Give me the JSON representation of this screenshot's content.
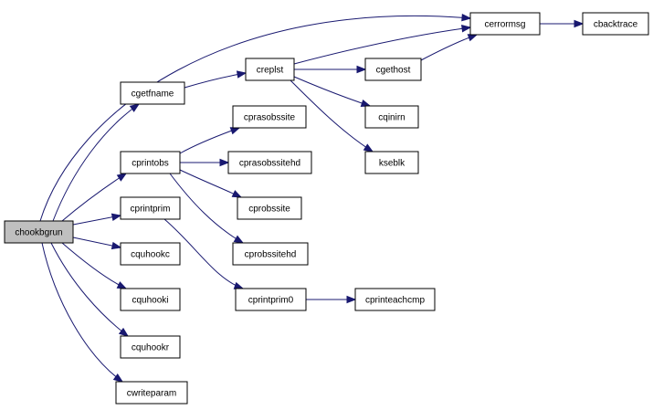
{
  "graph": {
    "colors": {
      "edge": "#191970",
      "node_border": "#000000",
      "node_fill": "#ffffff",
      "root_fill": "#bfbfbf"
    },
    "nodes": [
      {
        "id": "chookbgrun",
        "label": "chookbgrun",
        "root": true
      },
      {
        "id": "cgetfname",
        "label": "cgetfname"
      },
      {
        "id": "cprintobs",
        "label": "cprintobs"
      },
      {
        "id": "cprintprim",
        "label": "cprintprim"
      },
      {
        "id": "cquhookc",
        "label": "cquhookc"
      },
      {
        "id": "cquhooki",
        "label": "cquhooki"
      },
      {
        "id": "cquhookr",
        "label": "cquhookr"
      },
      {
        "id": "cwriteparam",
        "label": "cwriteparam"
      },
      {
        "id": "creplst",
        "label": "creplst"
      },
      {
        "id": "cprasobssite",
        "label": "cprasobssite"
      },
      {
        "id": "cprasobssitehd",
        "label": "cprasobssitehd"
      },
      {
        "id": "cprobssite",
        "label": "cprobssite"
      },
      {
        "id": "cprobssitehd",
        "label": "cprobssitehd"
      },
      {
        "id": "cprintprim0",
        "label": "cprintprim0"
      },
      {
        "id": "cerrormsg",
        "label": "cerrormsg"
      },
      {
        "id": "cgethost",
        "label": "cgethost"
      },
      {
        "id": "cqinirn",
        "label": "cqinirn"
      },
      {
        "id": "kseblk",
        "label": "kseblk"
      },
      {
        "id": "cprinteachcmp",
        "label": "cprinteachcmp"
      },
      {
        "id": "cbacktrace",
        "label": "cbacktrace"
      }
    ],
    "edges": [
      {
        "from": "chookbgrun",
        "to": "cerrormsg"
      },
      {
        "from": "chookbgrun",
        "to": "cgetfname"
      },
      {
        "from": "chookbgrun",
        "to": "cprintobs"
      },
      {
        "from": "chookbgrun",
        "to": "cprintprim"
      },
      {
        "from": "chookbgrun",
        "to": "cquhookc"
      },
      {
        "from": "chookbgrun",
        "to": "cquhooki"
      },
      {
        "from": "chookbgrun",
        "to": "cquhookr"
      },
      {
        "from": "chookbgrun",
        "to": "cwriteparam"
      },
      {
        "from": "cgetfname",
        "to": "creplst"
      },
      {
        "from": "creplst",
        "to": "cerrormsg"
      },
      {
        "from": "creplst",
        "to": "cgethost"
      },
      {
        "from": "creplst",
        "to": "cqinirn"
      },
      {
        "from": "creplst",
        "to": "kseblk"
      },
      {
        "from": "cgethost",
        "to": "cerrormsg"
      },
      {
        "from": "cerrormsg",
        "to": "cbacktrace"
      },
      {
        "from": "cprintobs",
        "to": "cprasobssite"
      },
      {
        "from": "cprintobs",
        "to": "cprasobssitehd"
      },
      {
        "from": "cprintobs",
        "to": "cprobssite"
      },
      {
        "from": "cprintobs",
        "to": "cprobssitehd"
      },
      {
        "from": "cprintprim",
        "to": "cprintprim0"
      },
      {
        "from": "cprintprim0",
        "to": "cprinteachcmp"
      }
    ]
  }
}
